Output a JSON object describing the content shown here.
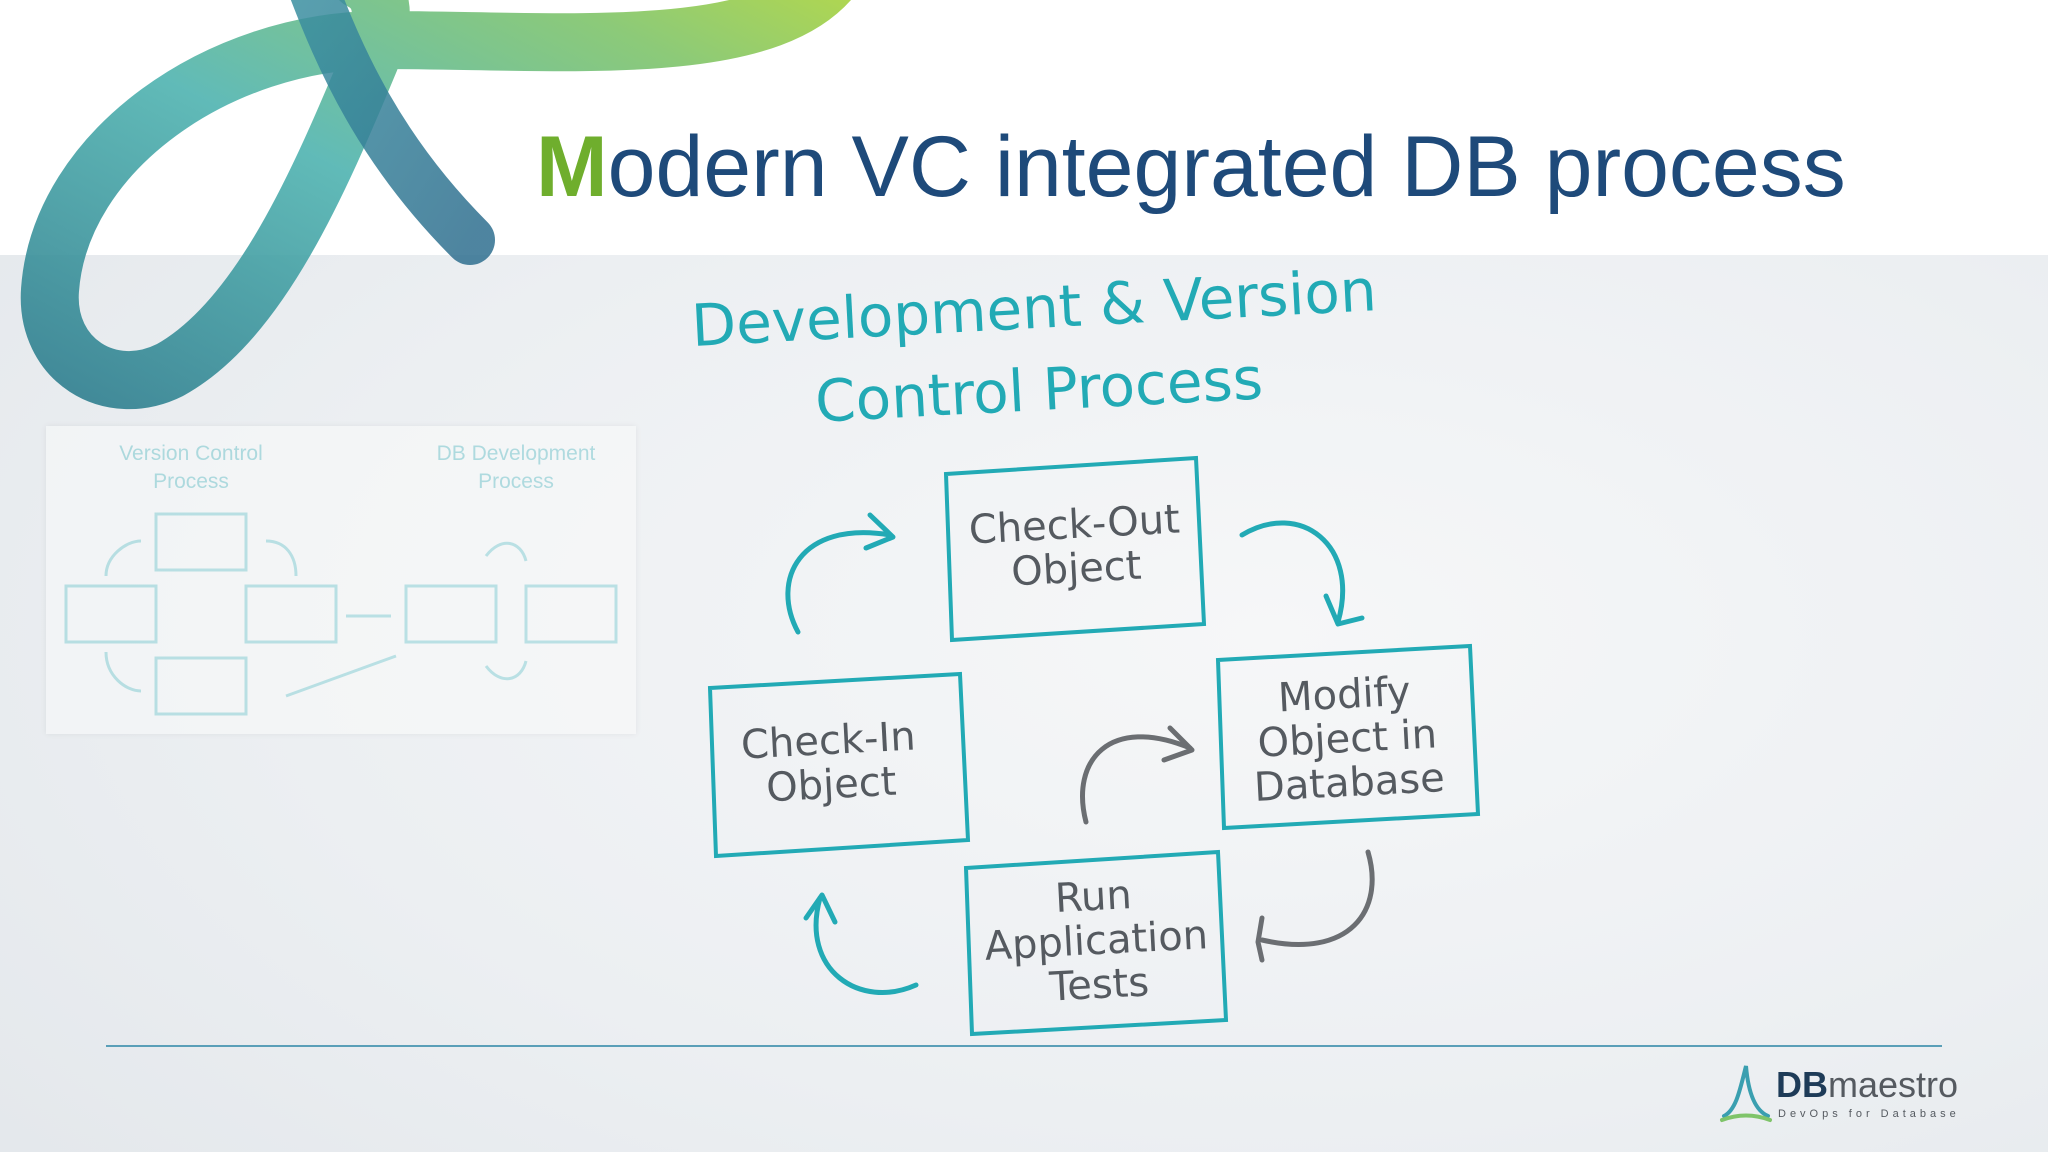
{
  "slide": {
    "title_first_letter": "M",
    "title_rest": "odern VC integrated DB process"
  },
  "diagram": {
    "heading_line1": "Development & Version",
    "heading_line2": "Control Process",
    "boxes": [
      {
        "id": "check-out",
        "lines": [
          "Check-Out",
          "Object"
        ]
      },
      {
        "id": "modify",
        "lines": [
          "Modify",
          "Object in",
          "Database"
        ]
      },
      {
        "id": "run-tests",
        "lines": [
          "Run",
          "Application",
          "Tests"
        ]
      },
      {
        "id": "check-in",
        "lines": [
          "Check-In",
          "Object"
        ]
      }
    ]
  },
  "thumbnail": {
    "label_left_1": "Version Control",
    "label_left_2": "Process",
    "label_right_1": "DB Development",
    "label_right_2": "Process"
  },
  "logo": {
    "brand_bold": "DB",
    "brand_rest": "maestro",
    "tagline": "DevOps for Database"
  },
  "colors": {
    "title": "#1e4a7a",
    "title_accent": "#6fae2d",
    "diagram_teal": "#22aab5",
    "arrow_gray": "#6b6e72"
  }
}
